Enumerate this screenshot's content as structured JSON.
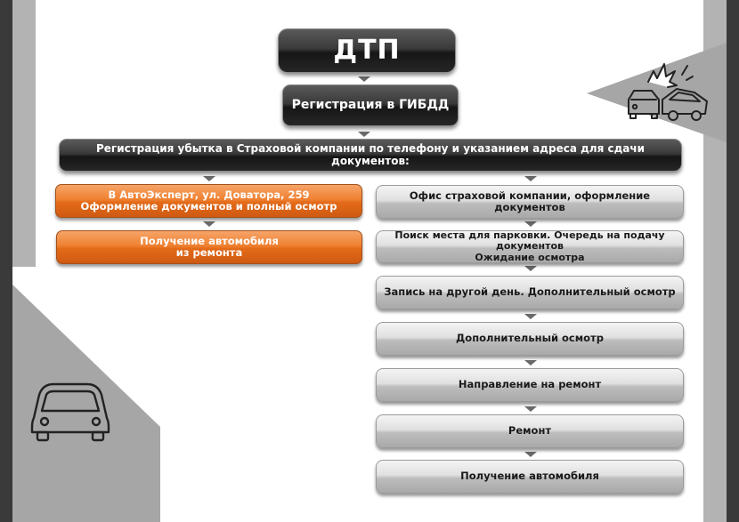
{
  "diagram": {
    "title": "ДТП",
    "step1": "Регистрация в ГИБДД",
    "step2": "Регистрация убытка в Страховой компании по телефону и указанием адреса для сдачи документов:",
    "left_path": [
      {
        "line1": "В АвтоЭксперт, ул. Доватора, 259",
        "line2": "Оформление документов и полный осмотр"
      },
      {
        "line1": "Получение автомобиля",
        "line2": "из ремонта"
      }
    ],
    "right_path": [
      {
        "line1": "Офис страховой компании, оформление документов",
        "line2": ""
      },
      {
        "line1": "Поиск места для парковки. Очередь на подачу документов",
        "line2": "Ожидание осмотра"
      },
      {
        "line1": "Запись на другой день. Дополнительный осмотр",
        "line2": ""
      },
      {
        "line1": "Дополнительный осмотр",
        "line2": ""
      },
      {
        "line1": "Направление на ремонт",
        "line2": ""
      },
      {
        "line1": "Ремонт",
        "line2": ""
      },
      {
        "line1": "Получение автомобиля",
        "line2": ""
      }
    ]
  },
  "colors": {
    "accent_orange": "#ef8131",
    "dark_box": "#262626",
    "grey_box": "#bdbdbd",
    "side_band": "#3a3a3a",
    "triangle": "#a6a6a6"
  },
  "icons": {
    "top_right": "car-crash-icon",
    "bottom_left": "car-icon"
  }
}
